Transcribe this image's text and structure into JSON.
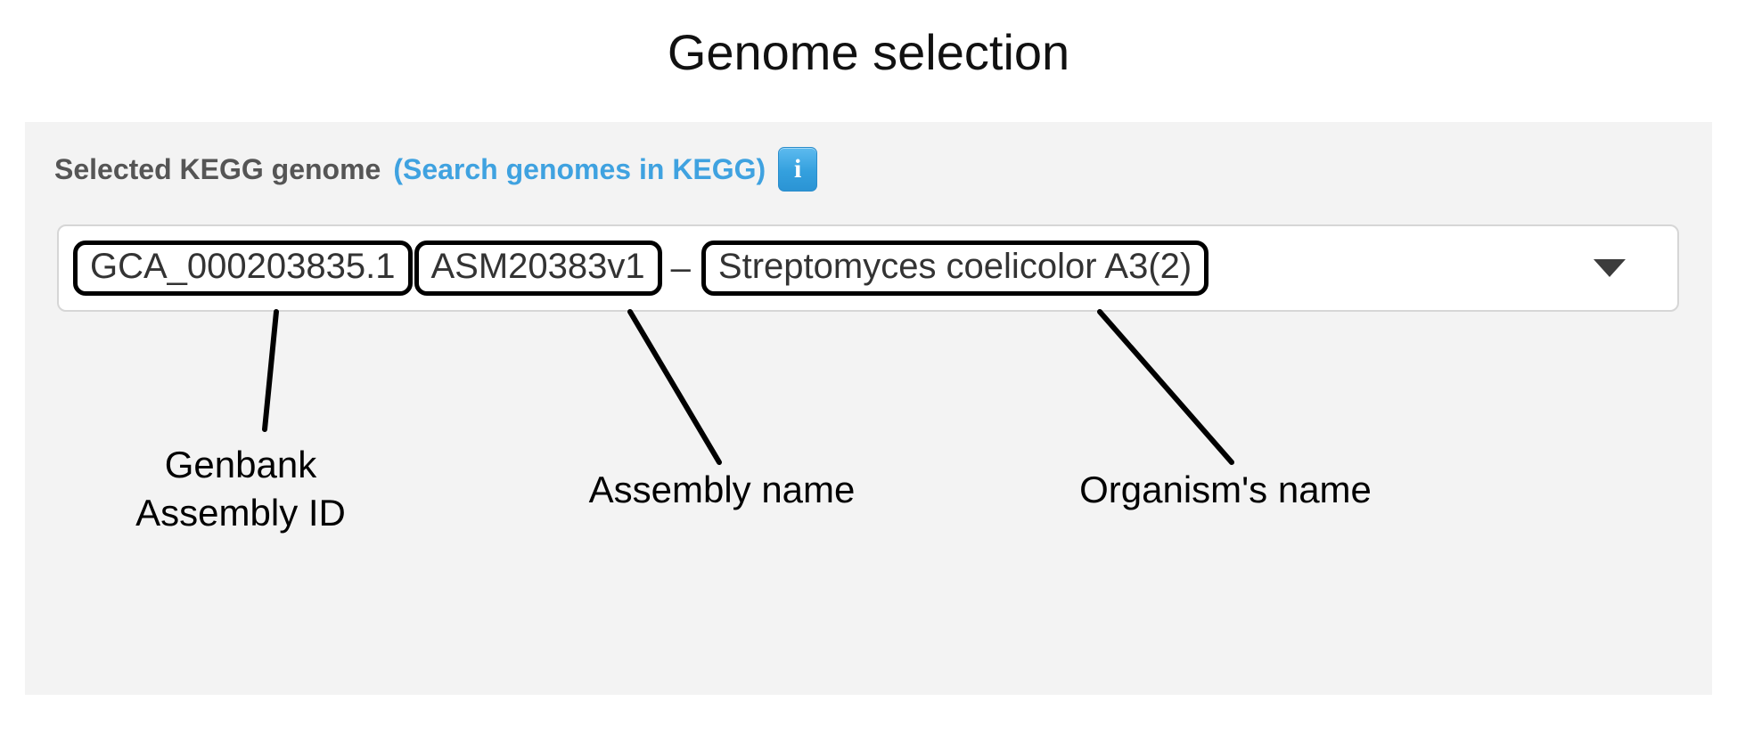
{
  "page": {
    "title": "Genome selection",
    "background": "#ffffff",
    "panel_background": "#f3f3f3"
  },
  "form": {
    "label": "Selected KEGG genome",
    "link_text": "(Search genomes in KEGG)",
    "link_color": "#3fa2e0",
    "info_badge": {
      "glyph": "i",
      "name": "info-icon",
      "color": "#34a0de"
    },
    "select": {
      "assembly_id": "GCA_000203835.1",
      "assembly_name": "ASM20383v1",
      "separator": "–",
      "organism_name": "Streptomyces coelicolor A3(2)",
      "full_value": "GCA_000203835.1 ASM20383v1 – Streptomyces coelicolor A3(2)",
      "arrow_icon": "chevron-down-icon"
    }
  },
  "annotations": [
    {
      "id": "genbank",
      "text": "Genbank\nAssembly ID",
      "target": "assembly_id"
    },
    {
      "id": "assembly",
      "text": "Assembly name",
      "target": "assembly_name"
    },
    {
      "id": "organism",
      "text": "Organism's name",
      "target": "organism_name"
    }
  ]
}
